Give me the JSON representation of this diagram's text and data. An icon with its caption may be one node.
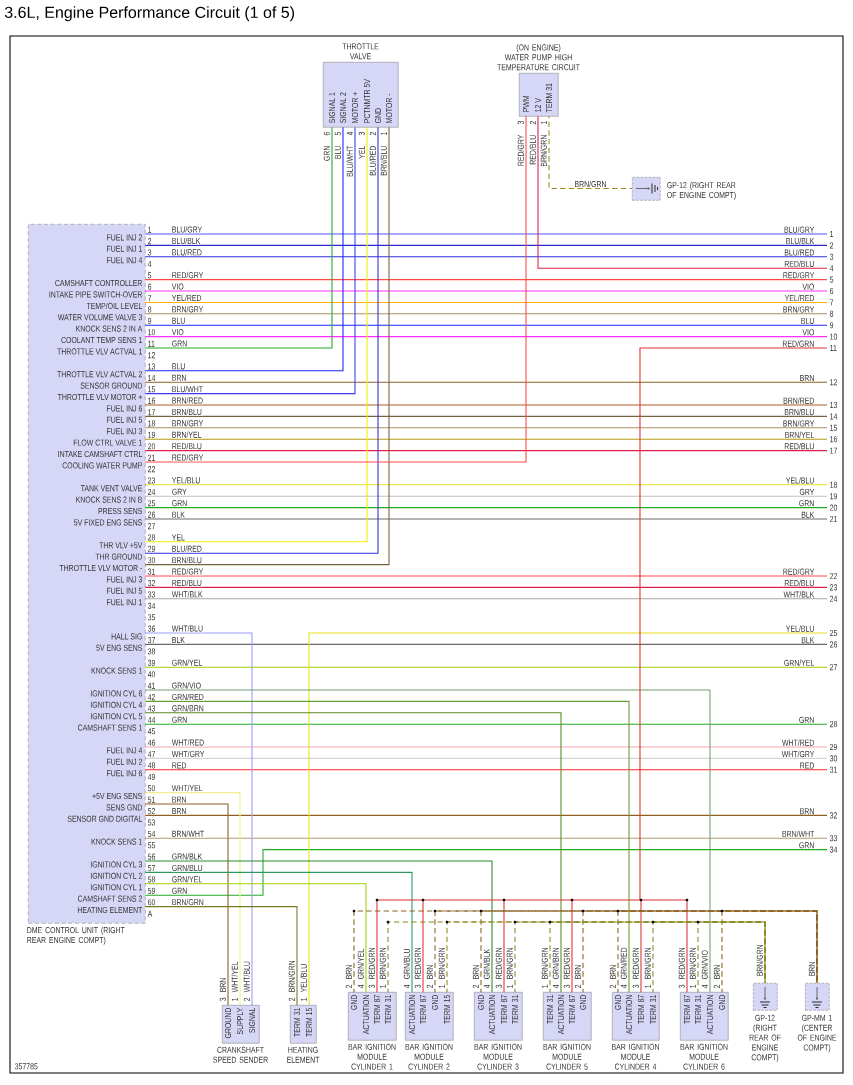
{
  "diagram": {
    "title": "3.6L, Engine Performance Circuit (1 of 5)",
    "nodes": [
      {
        "text": [
          "DME CONTROL UNIT (RIGHT REAR ENGINE COMPT)"
        ]
      },
      {
        "text": [
          "FUEL INJ 2"
        ],
        "beside": [
          "1"
        ],
        "in": 0
      },
      {
        "text": [
          "FUEL INJ 1"
        ],
        "beside": [
          "2"
        ],
        "in": 0
      },
      {
        "text": [
          "FUEL INJ 4"
        ],
        "beside": [
          "3"
        ],
        "in": 0
      },
      {
        "text": [
          "CAMSHAFT CONTROLLER"
        ],
        "beside": [
          "5"
        ],
        "in": 0
      },
      {
        "text": [
          "INTAKE PIPE SWITCH-OVER"
        ],
        "beside": [
          "6"
        ],
        "in": 0
      },
      {
        "text": [
          "TEMP/OIL LEVEL"
        ],
        "beside": [
          "7"
        ],
        "in": 0
      },
      {
        "text": [
          "WATER VOLUME VALVE 3"
        ],
        "beside": [
          "8"
        ],
        "in": 0
      },
      {
        "text": [
          "KNOCK SENS 2 IN A"
        ],
        "beside": [
          "9"
        ],
        "in": 0
      },
      {
        "text": [
          "COOLANT TEMP SENS 1"
        ],
        "beside": [
          "10"
        ],
        "in": 0
      },
      {
        "text": [
          "THROTTLE VLV ACTVAL 1"
        ],
        "beside": [
          "11"
        ],
        "in": 0
      },
      {
        "text": [
          "THROTTLE VLV ACTVAL 2"
        ],
        "beside": [
          "13"
        ],
        "in": 0
      },
      {
        "text": [
          "SENSOR GROUND"
        ],
        "beside": [
          "14"
        ],
        "in": 0
      },
      {
        "text": [
          "THROTTLE VLV MOTOR +"
        ],
        "beside": [
          "15"
        ],
        "in": 0
      },
      {
        "text": [
          "FUEL INJ 6"
        ],
        "beside": [
          "16"
        ],
        "in": 0
      },
      {
        "text": [
          "FUEL INJ 5"
        ],
        "beside": [
          "17"
        ],
        "in": 0
      },
      {
        "text": [
          "FUEL INJ 3"
        ],
        "beside": [
          "18"
        ],
        "in": 0
      },
      {
        "text": [
          "FLOW CTRL VALVE 1"
        ],
        "beside": [
          "19"
        ],
        "in": 0
      },
      {
        "text": [
          "INTAKE CAMSHAFT CTRL"
        ],
        "beside": [
          "20"
        ],
        "in": 0
      },
      {
        "text": [
          "COOLING WATER PUMP"
        ],
        "beside": [
          "21"
        ],
        "in": 0
      },
      {
        "text": [
          "TANK VENT VALVE"
        ],
        "beside": [
          "23"
        ],
        "in": 0
      },
      {
        "text": [
          "KNOCK SENS 2 IN B"
        ],
        "beside": [
          "24"
        ],
        "in": 0
      },
      {
        "text": [
          "PRESS SENS"
        ],
        "beside": [
          "25"
        ],
        "in": 0
      },
      {
        "text": [
          "5V FIXED ENG SENS"
        ],
        "beside": [
          "26"
        ],
        "in": 0
      },
      {
        "text": [
          "THR VLV +5V"
        ],
        "beside": [
          "28"
        ],
        "in": 0
      },
      {
        "text": [
          "THR GROUND"
        ],
        "beside": [
          "29"
        ],
        "in": 0
      },
      {
        "text": [
          "THROTTLE VLV MOTOR -"
        ],
        "beside": [
          "30"
        ],
        "in": 0
      },
      {
        "text": [
          "FUEL INJ 3"
        ],
        "beside": [
          "31"
        ],
        "in": 0
      },
      {
        "text": [
          "FUEL INJ 5"
        ],
        "beside": [
          "32"
        ],
        "in": 0
      },
      {
        "text": [
          "FUEL INJ 1"
        ],
        "beside": [
          "33"
        ],
        "in": 0
      },
      {
        "text": [
          "HALL SIG"
        ],
        "beside": [
          "36"
        ],
        "in": 0
      },
      {
        "text": [
          "5V ENG SENS"
        ],
        "beside": [
          "37"
        ],
        "in": 0
      },
      {
        "text": [
          "KNOCK SENS 1"
        ],
        "beside": [
          "39"
        ],
        "in": 0
      },
      {
        "text": [
          "IGNITION CYL 6"
        ],
        "beside": [
          "41"
        ],
        "in": 0
      },
      {
        "text": [
          "IGNITION CYL 4"
        ],
        "beside": [
          "42"
        ],
        "in": 0
      },
      {
        "text": [
          "IGNITION CYL 5"
        ],
        "beside": [
          "43"
        ],
        "in": 0
      },
      {
        "text": [
          "CAMSHAFT SENS 1"
        ],
        "beside": [
          "44"
        ],
        "in": 0
      },
      {
        "text": [
          "FUEL INJ 4"
        ],
        "beside": [
          "46"
        ],
        "in": 0
      },
      {
        "text": [
          "FUEL INJ 2"
        ],
        "beside": [
          "47"
        ],
        "in": 0
      },
      {
        "text": [
          "FUEL INJ 6"
        ],
        "beside": [
          "48"
        ],
        "in": 0
      },
      {
        "text": [
          "+5V ENG SENS"
        ],
        "beside": [
          "50"
        ],
        "in": 0
      },
      {
        "text": [
          "SENS GND"
        ],
        "beside": [
          "51"
        ],
        "in": 0
      },
      {
        "text": [
          "SENSOR GND DIGITAL"
        ],
        "beside": [
          "52"
        ],
        "in": 0
      },
      {
        "text": [
          "KNOCK SENS 1"
        ],
        "beside": [
          "54"
        ],
        "in": 0
      },
      {
        "text": [
          "IGNITION CYL 3"
        ],
        "beside": [
          "56"
        ],
        "in": 0
      },
      {
        "text": [
          "IGNITION CYL 2"
        ],
        "beside": [
          "57"
        ],
        "in": 0
      },
      {
        "text": [
          "IGNITION CYL 1"
        ],
        "beside": [
          "58"
        ],
        "in": 0
      },
      {
        "text": [
          "CAMSHAFT SENS 2"
        ],
        "beside": [
          "59"
        ],
        "in": 0
      },
      {
        "text": [
          "HEATING ELEMENT"
        ],
        "beside": [
          "60"
        ],
        "in": 0
      },
      {
        "text": [
          "1"
        ],
        "beside": [
          "BLU/GRY"
        ]
      },
      {
        "text": [
          "2"
        ],
        "beside": [
          "BLU/BLK"
        ]
      },
      {
        "text": [
          "3"
        ],
        "beside": [
          "BLU/RED"
        ]
      },
      {
        "text": [
          "4"
        ],
        "beside": [
          "RED/BLU"
        ]
      },
      {
        "text": [
          "5"
        ],
        "beside": [
          "RED/GRY"
        ]
      },
      {
        "text": [
          "6"
        ],
        "beside": [
          "VIO"
        ]
      },
      {
        "text": [
          "7"
        ],
        "beside": [
          "YEL/RED"
        ]
      },
      {
        "text": [
          "8"
        ],
        "beside": [
          "BRN/GRY"
        ]
      },
      {
        "text": [
          "9"
        ],
        "beside": [
          "BLU"
        ]
      },
      {
        "text": [
          "10"
        ],
        "beside": [
          "VIO"
        ]
      },
      {
        "text": [
          "11"
        ],
        "beside": [
          "RED/GRN"
        ]
      },
      {
        "text": [
          "12"
        ],
        "beside": [
          "BRN"
        ]
      },
      {
        "text": [
          "13"
        ],
        "beside": [
          "BRN/RED"
        ]
      },
      {
        "text": [
          "14"
        ],
        "beside": [
          "BRN/BLU"
        ]
      },
      {
        "text": [
          "15"
        ],
        "beside": [
          "BRN/GRY"
        ]
      },
      {
        "text": [
          "16"
        ],
        "beside": [
          "BRN/YEL"
        ]
      },
      {
        "text": [
          "17"
        ],
        "beside": [
          "RED/BLU"
        ]
      },
      {
        "text": [
          "18"
        ],
        "beside": [
          "YEL/BLU"
        ]
      },
      {
        "text": [
          "19"
        ],
        "beside": [
          "GRY"
        ]
      },
      {
        "text": [
          "20"
        ],
        "beside": [
          "GRN"
        ]
      },
      {
        "text": [
          "21"
        ],
        "beside": [
          "BLK"
        ]
      },
      {
        "text": [
          "22"
        ],
        "beside": [
          "RED/GRY"
        ]
      },
      {
        "text": [
          "23"
        ],
        "beside": [
          "RED/BLU"
        ]
      },
      {
        "text": [
          "24"
        ],
        "beside": [
          "WHT/BLK"
        ]
      },
      {
        "text": [
          "25"
        ],
        "beside": [
          "YEL/BLU"
        ]
      },
      {
        "text": [
          "26"
        ],
        "beside": [
          "BLK"
        ]
      },
      {
        "text": [
          "27"
        ],
        "beside": [
          "GRN/YEL"
        ]
      },
      {
        "text": [
          "28"
        ],
        "beside": [
          "GRN"
        ]
      },
      {
        "text": [
          "29"
        ],
        "beside": [
          "WHT/RED"
        ]
      },
      {
        "text": [
          "30"
        ],
        "beside": [
          "WHT/GRY"
        ]
      },
      {
        "text": [
          "31"
        ],
        "beside": [
          "RED"
        ]
      },
      {
        "text": [
          "32"
        ],
        "beside": [
          "BRN"
        ]
      },
      {
        "text": [
          "33"
        ],
        "beside": [
          "BRN/WHT"
        ]
      },
      {
        "text": [
          "34"
        ],
        "beside": [
          "GRN"
        ]
      },
      {
        "text": [
          "THROTTLE VALVE"
        ]
      },
      {
        "text": [
          "SIGNAL 1"
        ],
        "beside": [
          "6",
          "GRN"
        ]
      },
      {
        "text": [
          "SIGNAL 2"
        ],
        "beside": [
          "5",
          "BLU"
        ]
      },
      {
        "text": [
          "MOTOR +"
        ],
        "beside": [
          "4",
          "BLU/WHT"
        ]
      },
      {
        "text": [
          "PCTNMTR 5V"
        ],
        "beside": [
          "3",
          "YEL"
        ]
      },
      {
        "text": [
          "GND"
        ],
        "beside": [
          "2",
          "BLU/RED"
        ]
      },
      {
        "text": [
          "MOTOR -"
        ],
        "beside": [
          "1",
          "BRN/BLU"
        ]
      },
      {
        "text": [
          "(ON ENGINE) WATER PUMP HIGH TEMPERATURE CIRCUIT"
        ]
      },
      {
        "text": [
          "PWM"
        ],
        "beside": [
          "3",
          "RED/GRY"
        ]
      },
      {
        "text": [
          "12 V"
        ],
        "beside": [
          "2",
          "RED/BLU"
        ]
      },
      {
        "text": [
          "TERM 31"
        ],
        "beside": [
          "1",
          "BRN/GRN"
        ]
      },
      {
        "text": [
          "GP-12 (RIGHT REAR OF ENGINE COMPT)"
        ]
      },
      {
        "text": [
          "CRANKSHAFT SPEED SENDER"
        ]
      },
      {
        "text": [
          "GROUND"
        ],
        "beside": [
          "3",
          "BRN"
        ]
      },
      {
        "text": [
          "SUPPLY"
        ],
        "beside": [
          "1",
          "WHT/YEL"
        ]
      },
      {
        "text": [
          "SIGNAL"
        ],
        "beside": [
          "2",
          "WHT/BLU"
        ]
      },
      {
        "text": [
          "HEATING ELEMENT"
        ]
      },
      {
        "text": [
          "TERM 31"
        ],
        "beside": [
          "2",
          "BRN/GRN"
        ]
      },
      {
        "text": [
          "TERM 15"
        ],
        "beside": [
          "1",
          "YEL/BLU"
        ]
      },
      {
        "text": [
          "BAR IGNITION MODULE CYLINDER 1"
        ]
      },
      {
        "text": [
          "GND"
        ],
        "beside": [
          "2",
          "BRN"
        ]
      },
      {
        "text": [
          "ACTUATION"
        ],
        "beside": [
          "4",
          "GRN/YEL"
        ]
      },
      {
        "text": [
          "TERM 87"
        ],
        "beside": [
          "3",
          "RED/GRN"
        ]
      },
      {
        "text": [
          "TERM 31"
        ],
        "beside": [
          "1",
          "BRN/GRN"
        ]
      },
      {
        "text": [
          "BAR IGNITION MODULE CYLINDER 2"
        ]
      },
      {
        "text": [
          "ACTUATION"
        ],
        "beside": [
          "4",
          "GRN/BLU"
        ]
      },
      {
        "text": [
          "TERM 87"
        ],
        "beside": [
          "3",
          "RED/GRN"
        ]
      },
      {
        "text": [
          "GND"
        ],
        "beside": [
          "2",
          "BRN"
        ]
      },
      {
        "text": [
          "TERM 15"
        ],
        "beside": [
          "1",
          "BRN/GRN"
        ]
      },
      {
        "text": [
          "BAR IGNITION MODULE CYLINDER 3"
        ]
      },
      {
        "text": [
          "GND"
        ],
        "beside": [
          "2",
          "BRN"
        ]
      },
      {
        "text": [
          "ACTUATION"
        ],
        "beside": [
          "4",
          "GRN/BLK"
        ]
      },
      {
        "text": [
          "TERM 87"
        ],
        "beside": [
          "3",
          "RED/GRN"
        ]
      },
      {
        "text": [
          "TERM 31"
        ],
        "beside": [
          "1",
          "BRN/GRN"
        ]
      },
      {
        "text": [
          "BAR IGNITION MODULE CYLINDER 5"
        ]
      },
      {
        "text": [
          "TERM 31"
        ],
        "beside": [
          "1",
          "BRN/GRN"
        ]
      },
      {
        "text": [
          "ACTUATION"
        ],
        "beside": [
          "4",
          "GRN/BRN"
        ]
      },
      {
        "text": [
          "TERM 87"
        ],
        "beside": [
          "3",
          "RED/GRN"
        ]
      },
      {
        "text": [
          "GND"
        ],
        "beside": [
          "2",
          "BRN"
        ]
      },
      {
        "text": [
          "BAR IGNITION MODULE CYLINDER 4"
        ]
      },
      {
        "text": [
          "GND"
        ],
        "beside": [
          "2",
          "BRN"
        ]
      },
      {
        "text": [
          "ACTUATION"
        ],
        "beside": [
          "4",
          "GRN/RED"
        ]
      },
      {
        "text": [
          "TERM 87"
        ],
        "beside": [
          "3",
          "RED/GRN"
        ]
      },
      {
        "text": [
          "TERM 31"
        ],
        "beside": [
          "1",
          "BRN/GRN"
        ]
      },
      {
        "text": [
          "BAR IGNITION MODULE CYLINDER 6"
        ]
      },
      {
        "text": [
          "TERM 87"
        ],
        "beside": [
          "3",
          "RED/GRN"
        ]
      },
      {
        "text": [
          "TERM 31"
        ],
        "beside": [
          "1",
          "BRN/GRN"
        ]
      },
      {
        "text": [
          "ACTUATION"
        ],
        "beside": [
          "4",
          "GRN/VIO"
        ]
      },
      {
        "text": [
          "GND"
        ],
        "beside": [
          "2",
          "BRN"
        ]
      },
      {
        "text": [
          "GP-12 (RIGHT REAR OF ENGINE COMPT)"
        ],
        "beside": [
          "BRN/GRN"
        ]
      },
      {
        "text": [
          "GP-MM 1 (CENTER OF ENGINE COMPT)"
        ],
        "beside": [
          "BRN"
        ]
      }
    ],
    "edges": [
      {
        "from": 1,
        "to": 49,
        "arrow": "none",
        "label": "BLU/GRY",
        "color": "#5050ff"
      },
      {
        "from": 2,
        "to": 50,
        "arrow": "none",
        "label": "BLU/BLK",
        "color": "#2a2ad0"
      },
      {
        "from": 3,
        "to": 51,
        "arrow": "none",
        "label": "BLU/RED",
        "color": "#3030e0"
      },
      {
        "from": 4,
        "to": 53,
        "arrow": "none",
        "label": "RED/GRY",
        "color": "#ff4848"
      },
      {
        "from": 5,
        "to": 54,
        "arrow": "none",
        "label": "VIO",
        "color": "#ff30ff"
      },
      {
        "from": 6,
        "to": 55,
        "arrow": "none",
        "label": "YEL/RED",
        "color": "#ffb000"
      },
      {
        "from": 7,
        "to": 56,
        "arrow": "none",
        "label": "BRN/GRY",
        "color": "#a89060"
      },
      {
        "from": 8,
        "to": 57,
        "arrow": "none",
        "label": "BLU",
        "color": "#2020ff"
      },
      {
        "from": 9,
        "to": 58,
        "arrow": "none",
        "label": "VIO",
        "color": "#ff30ff"
      },
      {
        "from": 12,
        "to": 60,
        "arrow": "none",
        "label": "BRN",
        "color": "#8b6020"
      },
      {
        "from": 14,
        "to": 61,
        "arrow": "none",
        "label": "BRN/RED",
        "color": "#b05a20"
      },
      {
        "from": 15,
        "to": 62,
        "arrow": "none",
        "label": "BRN/BLU",
        "color": "#7a6040"
      },
      {
        "from": 16,
        "to": 63,
        "arrow": "none",
        "label": "BRN/GRY",
        "color": "#a89060"
      },
      {
        "from": 17,
        "to": 64,
        "arrow": "none",
        "label": "BRN/YEL",
        "color": "#b89a10"
      },
      {
        "from": 18,
        "to": 65,
        "arrow": "none",
        "label": "RED/BLU",
        "color": "#e0204a"
      },
      {
        "from": 20,
        "to": 66,
        "arrow": "none",
        "label": "YEL/BLU",
        "color": "#e8e020"
      },
      {
        "from": 21,
        "to": 67,
        "arrow": "none",
        "label": "GRY",
        "color": "#c0c0c0"
      },
      {
        "from": 22,
        "to": 68,
        "arrow": "none",
        "label": "GRN",
        "color": "#22aa22"
      },
      {
        "from": 23,
        "to": 69,
        "arrow": "none",
        "label": "BLK",
        "color": "#6a6a6a"
      },
      {
        "from": 27,
        "to": 70,
        "arrow": "none",
        "label": "RED/GRY",
        "color": "#ff4848"
      },
      {
        "from": 28,
        "to": 71,
        "arrow": "none",
        "label": "RED/BLU",
        "color": "#e0204a"
      },
      {
        "from": 29,
        "to": 72,
        "arrow": "none",
        "label": "WHT/BLK",
        "color": "#a8a8a8"
      },
      {
        "from": 31,
        "to": 74,
        "arrow": "none",
        "label": "BLK",
        "color": "#6a6a6a"
      },
      {
        "from": 32,
        "to": 75,
        "arrow": "none",
        "label": "GRN/YEL",
        "color": "#a0d000"
      },
      {
        "from": 36,
        "to": 76,
        "arrow": "none",
        "label": "GRN",
        "color": "#22aa22"
      },
      {
        "from": 37,
        "to": 77,
        "arrow": "none",
        "label": "WHT/RED",
        "color": "#f4a8a8"
      },
      {
        "from": 38,
        "to": 78,
        "arrow": "none",
        "label": "WHT/GRY",
        "color": "#d4d4d4"
      },
      {
        "from": 39,
        "to": 79,
        "arrow": "none",
        "label": "RED",
        "color": "#ff2020"
      },
      {
        "from": 42,
        "to": 80,
        "arrow": "none",
        "label": "BRN",
        "color": "#8b6020"
      },
      {
        "from": 43,
        "to": 81,
        "arrow": "none",
        "label": "BRN/WHT",
        "color": "#b09a70"
      },
      {
        "from": 47,
        "to": 82,
        "arrow": "none",
        "label": "GRN",
        "color": "#22aa22"
      },
      {
        "from": 10,
        "to": 84,
        "arrow": "none",
        "label": "GRN",
        "color": "#22aa22"
      },
      {
        "from": 11,
        "to": 85,
        "arrow": "none",
        "label": "BLU",
        "color": "#2020ff"
      },
      {
        "from": 13,
        "to": 86,
        "arrow": "none",
        "label": "BLU/WHT",
        "color": "#3a3aff"
      },
      {
        "from": 24,
        "to": 87,
        "arrow": "none",
        "label": "YEL",
        "color": "#f0f000"
      },
      {
        "from": 25,
        "to": 88,
        "arrow": "none",
        "label": "BLU/RED",
        "color": "#3030e0"
      },
      {
        "from": 26,
        "to": 89,
        "arrow": "none",
        "label": "BRN/BLU",
        "color": "#7a6040"
      },
      {
        "from": 19,
        "to": 91,
        "arrow": "none",
        "label": "RED/GRY",
        "color": "#ff4848"
      },
      {
        "from": 92,
        "to": 52,
        "arrow": "none",
        "color": "#e0204a"
      },
      {
        "from": 93,
        "to": 94,
        "arrow": "none",
        "label": "BRN/GRN",
        "style": "dashed",
        "color": "#a08a20"
      },
      {
        "from": 41,
        "to": 96,
        "arrow": "none",
        "label": "BRN",
        "color": "#8b6020"
      },
      {
        "from": 40,
        "to": 97,
        "arrow": "none",
        "label": "WHT/YEL",
        "color": "#f0f090"
      },
      {
        "from": 30,
        "to": 98,
        "arrow": "none",
        "label": "WHT/BLU",
        "color": "#9a9aff"
      },
      {
        "from": 48,
        "to": 100,
        "arrow": "none",
        "label": "BRN/GRN",
        "color": "#7a7a20"
      },
      {
        "from": 101,
        "to": 73,
        "arrow": "none",
        "color": "#e8e020"
      },
      {
        "from": 46,
        "to": 104,
        "arrow": "none",
        "label": "GRN/YEL",
        "color": "#a0d000"
      },
      {
        "from": 45,
        "to": 108,
        "arrow": "none",
        "label": "GRN/BLU",
        "color": "#2a9a60"
      },
      {
        "from": 44,
        "to": 114,
        "arrow": "none",
        "label": "GRN/BLK",
        "color": "#2a8a2a"
      },
      {
        "from": 35,
        "to": 119,
        "arrow": "none",
        "label": "GRN/BRN",
        "color": "#5a8a20"
      },
      {
        "from": 34,
        "to": 124,
        "arrow": "none",
        "label": "GRN/RED",
        "color": "#6a9a30"
      },
      {
        "from": 33,
        "to": 130,
        "arrow": "none",
        "label": "GRN/VIO",
        "color": "#70a070"
      },
      {
        "from": 59,
        "to": 105,
        "arrow": "none",
        "color": "#e03030"
      },
      {
        "from": 59,
        "to": 109,
        "arrow": "none",
        "color": "#e03030"
      },
      {
        "from": 59,
        "to": 115,
        "arrow": "none",
        "color": "#e03030"
      },
      {
        "from": 59,
        "to": 120,
        "arrow": "none",
        "color": "#e03030"
      },
      {
        "from": 59,
        "to": 125,
        "arrow": "none",
        "color": "#e03030"
      },
      {
        "from": 59,
        "to": 128,
        "arrow": "none",
        "color": "#e03030"
      },
      {
        "from": 103,
        "to": 133,
        "arrow": "none",
        "style": "dashed",
        "color": "#8b6020"
      },
      {
        "from": 110,
        "to": 133,
        "arrow": "none",
        "style": "dashed",
        "color": "#8b6020"
      },
      {
        "from": 113,
        "to": 133,
        "arrow": "none",
        "style": "dashed",
        "color": "#8b6020"
      },
      {
        "from": 121,
        "to": 133,
        "arrow": "none",
        "style": "dashed",
        "color": "#8b6020"
      },
      {
        "from": 123,
        "to": 133,
        "arrow": "none",
        "style": "dashed",
        "color": "#8b6020"
      },
      {
        "from": 131,
        "to": 133,
        "arrow": "none",
        "style": "dashed",
        "color": "#8b6020"
      },
      {
        "from": 106,
        "to": 132,
        "arrow": "none",
        "style": "dashed",
        "color": "#8a8a20"
      },
      {
        "from": 111,
        "to": 132,
        "arrow": "none",
        "style": "dashed",
        "color": "#8a8a20"
      },
      {
        "from": 116,
        "to": 132,
        "arrow": "none",
        "style": "dashed",
        "color": "#8a8a20"
      },
      {
        "from": 118,
        "to": 132,
        "arrow": "none",
        "style": "dashed",
        "color": "#8a8a20"
      },
      {
        "from": 126,
        "to": 132,
        "arrow": "none",
        "style": "dashed",
        "color": "#8a8a20"
      },
      {
        "from": 129,
        "to": 132,
        "arrow": "none",
        "style": "dashed",
        "color": "#8a8a20"
      }
    ],
    "labels": [
      "4",
      "12",
      "22",
      "27",
      "34",
      "35",
      "38",
      "40",
      "45",
      "49",
      "53",
      "55",
      "A",
      "357785"
    ]
  }
}
